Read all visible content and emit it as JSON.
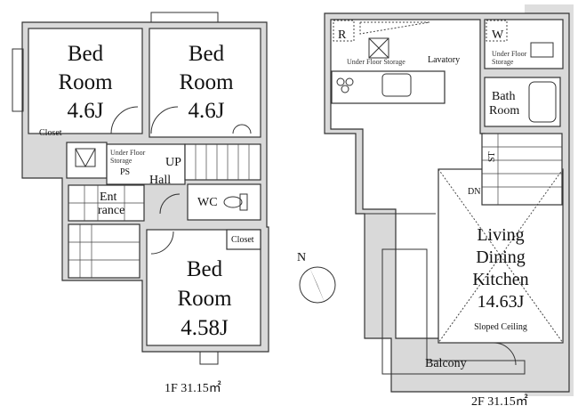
{
  "floor1": {
    "area_label": "1F 31.15㎡",
    "rooms": {
      "bedroom_left": {
        "line1": "Bed",
        "line2": "Room",
        "size": "4.6J"
      },
      "bedroom_right": {
        "line1": "Bed",
        "line2": "Room",
        "size": "4.6J"
      },
      "bedroom_bottom": {
        "line1": "Bed",
        "line2": "Room",
        "size": "4.58J"
      }
    },
    "labels": {
      "closet_top": "Closet",
      "under_floor_1": "Under Floor",
      "under_floor_2": "Storage",
      "ps": "PS",
      "up": "UP",
      "hall": "Hall",
      "entrance_1": "Ent",
      "entrance_2": "rance",
      "wc": "WC",
      "closet_bottom": "Closet"
    }
  },
  "floor2": {
    "area_label": "2F 31.15㎡",
    "labels": {
      "r": "R",
      "w": "W",
      "under_floor_left": "Under Floor Storage",
      "lavatory": "Lavatory",
      "under_floor_right_1": "Under Floor",
      "under_floor_right_2": "Storage",
      "bath_1": "Bath",
      "bath_2": "Room",
      "st": "ST",
      "dn": "DN",
      "ldk_1": "Living",
      "ldk_2": "Dining",
      "ldk_3": "Kitchen",
      "ldk_size": "14.63J",
      "sloped": "Sloped Ceiling",
      "balcony": "Balcony"
    }
  },
  "compass": {
    "north": "N"
  }
}
